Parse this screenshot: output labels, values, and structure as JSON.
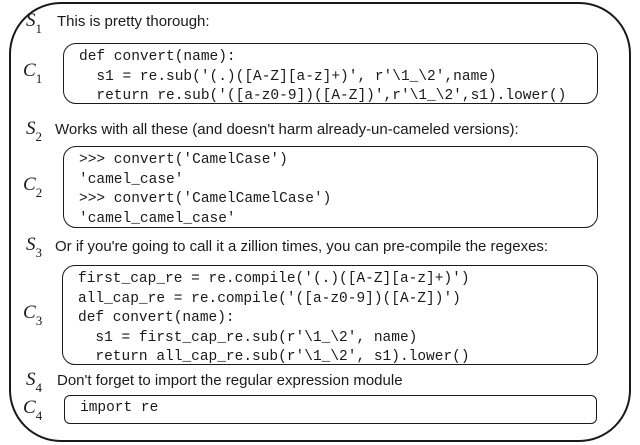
{
  "colors": {
    "border": "#1a1a1a",
    "text": "#1a1a1a",
    "background": "#ffffff"
  },
  "segments": [
    {
      "kind": "sentence",
      "label": "S",
      "sub": "1",
      "text": "This is pretty thorough:"
    },
    {
      "kind": "code",
      "label": "C",
      "sub": "1",
      "lines": [
        "def convert(name):",
        "  s1 = re.sub('(.)([A-Z][a-z]+)', r'\\1_\\2',name)",
        "  return re.sub('([a-z0-9])([A-Z])',r'\\1_\\2',s1).lower()"
      ]
    },
    {
      "kind": "sentence",
      "label": "S",
      "sub": "2",
      "text": "Works with all these (and doesn't harm already-un-cameled versions):"
    },
    {
      "kind": "code",
      "label": "C",
      "sub": "2",
      "lines": [
        ">>> convert('CamelCase')",
        "'camel_case'",
        ">>> convert('CamelCamelCase')",
        "'camel_camel_case'"
      ]
    },
    {
      "kind": "sentence",
      "label": "S",
      "sub": "3",
      "text": "Or if you're going to call it a zillion times, you can pre-compile the regexes:"
    },
    {
      "kind": "code",
      "label": "C",
      "sub": "3",
      "lines": [
        "first_cap_re = re.compile('(.)([A-Z][a-z]+)')",
        "all_cap_re = re.compile('([a-z0-9])([A-Z])')",
        "def convert(name):",
        "  s1 = first_cap_re.sub(r'\\1_\\2', name)",
        "  return all_cap_re.sub(r'\\1_\\2', s1).lower()"
      ]
    },
    {
      "kind": "sentence",
      "label": "S",
      "sub": "4",
      "text": "Don't forget to import the regular expression module"
    },
    {
      "kind": "code",
      "label": "C",
      "sub": "4",
      "lines": [
        "import re"
      ]
    }
  ]
}
